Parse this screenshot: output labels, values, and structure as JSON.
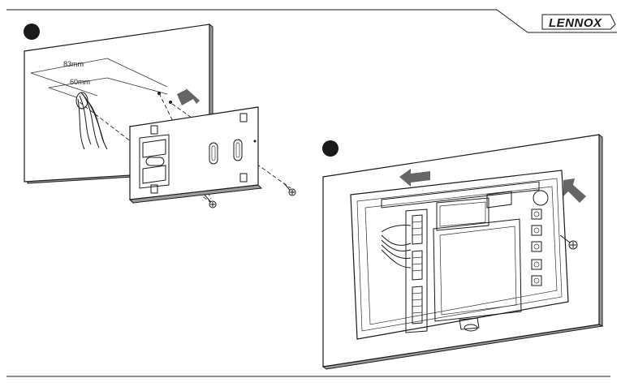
{
  "header": {
    "brand_logo_text": "LENNOX"
  },
  "step1": {
    "dimension_outer": "83mm",
    "dimension_inner": "60mm"
  },
  "colors": {
    "line": "#1a1a1a",
    "arrow": "#666666",
    "panel_edge": "#9a9a9a",
    "background": "#ffffff"
  },
  "icons": {
    "step_markers": [
      "step-1-marker",
      "step-2-marker"
    ],
    "arrows": [
      "push-arrow",
      "slide-left-arrow",
      "push-up-arrow"
    ]
  }
}
